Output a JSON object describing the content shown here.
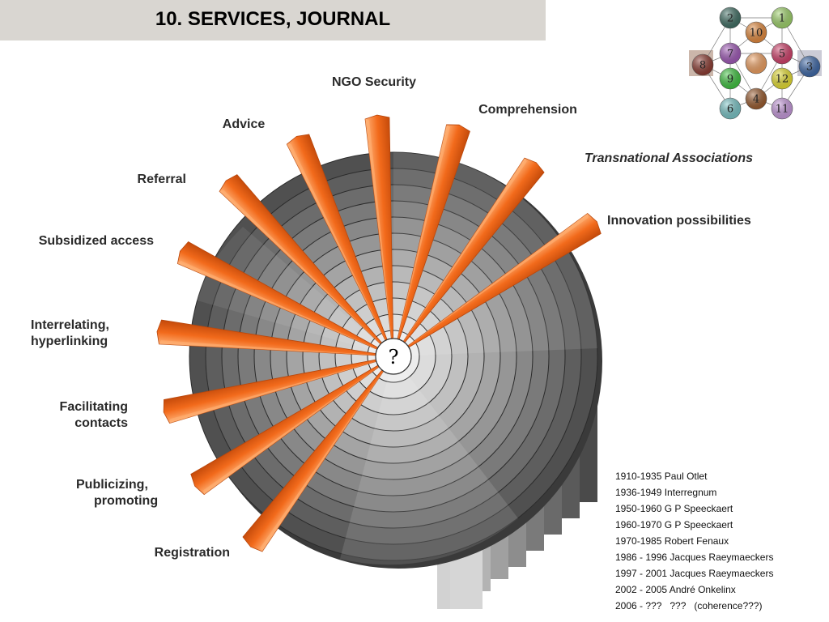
{
  "title": "10. SERVICES, JOURNAL",
  "center_symbol": "?",
  "spokes": [
    {
      "id": "ngo-security",
      "lines": [
        "NGO Security"
      ],
      "italic": false
    },
    {
      "id": "comprehension",
      "lines": [
        "Comprehension"
      ],
      "italic": false
    },
    {
      "id": "advice",
      "lines": [
        "Advice"
      ],
      "italic": false
    },
    {
      "id": "transnational-associations",
      "lines": [
        "Transnational Associations"
      ],
      "italic": true
    },
    {
      "id": "referral",
      "lines": [
        "Referral"
      ],
      "italic": false
    },
    {
      "id": "innovation-possibilities",
      "lines": [
        "Innovation possibilities"
      ],
      "italic": false
    },
    {
      "id": "subsidized-access",
      "lines": [
        "Subsidized access"
      ],
      "italic": false
    },
    {
      "id": "interrelating-hyperlinking",
      "lines": [
        "Interrelating,",
        "hyperlinking"
      ],
      "italic": false
    },
    {
      "id": "facilitating-contacts",
      "lines": [
        "Facilitating",
        "contacts"
      ],
      "italic": false
    },
    {
      "id": "publicizing-promoting",
      "lines": [
        "Publicizing,",
        "promoting"
      ],
      "italic": false
    },
    {
      "id": "registration",
      "lines": [
        "Registration"
      ],
      "italic": false
    }
  ],
  "history": [
    "1910-1935 Paul Otlet",
    "1936-1949 Interregnum",
    "1950-1960 G P Speeckaert",
    "1960-1970 G P Speeckaert",
    "1970-1985 Robert Fenaux",
    "1986 - 1996 Jacques Raeymaeckers",
    "1997 - 2001 Jacques Raeymaeckers",
    "2002 - 2005 André Onkelinx",
    "2006 - ???   ???   (coherence???)"
  ],
  "nodes": [
    {
      "n": "1",
      "color": "#9fd46a"
    },
    {
      "n": "2",
      "color": "#3f6e63"
    },
    {
      "n": "3",
      "color": "#3c67a8"
    },
    {
      "n": "4",
      "color": "#9a5a2d"
    },
    {
      "n": "5",
      "color": "#d23f6a"
    },
    {
      "n": "6",
      "color": "#7ac6c8"
    },
    {
      "n": "7",
      "color": "#a058b8"
    },
    {
      "n": "8",
      "color": "#8d3a30"
    },
    {
      "n": "9",
      "color": "#3fc540"
    },
    {
      "n": "10",
      "color": "#e58a3c"
    },
    {
      "n": "11",
      "color": "#c89ade"
    },
    {
      "n": "12",
      "color": "#e8e030"
    },
    {
      "n": "",
      "color": "#f0a060"
    }
  ],
  "colors": {
    "spoke": "#f26a1b",
    "spoke_highlight": "#ffb277",
    "title_bar": "#d9d6d1"
  }
}
